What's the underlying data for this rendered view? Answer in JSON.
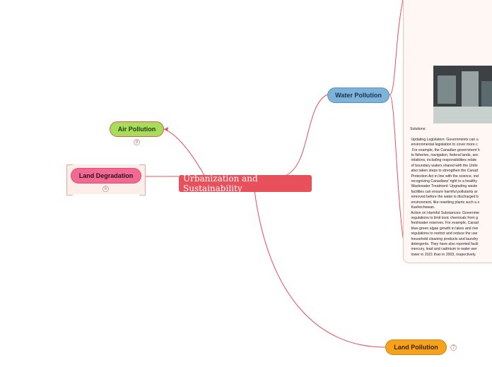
{
  "map": {
    "central_topic": "Urbanization and Sustainability",
    "nodes": {
      "air_pollution": {
        "label": "Air Pollution",
        "collapsed_count": "8",
        "color": "#a6dd5a"
      },
      "land_degradation": {
        "label": "Land Degradation",
        "collapsed_count": "6",
        "color": "#f26a93"
      },
      "water_pollution": {
        "label": "Water Pollution",
        "color": "#7fb2d8"
      },
      "land_pollution": {
        "label": "Land Pollution",
        "collapsed_count": "7",
        "color": "#f7a21c"
      }
    },
    "water_notes": {
      "lines": [
        "Solutions:",
        "",
        " Updating Legislation: Governments can u",
        " environmental legislation to cover more c",
        "  For example, the Canadian government h",
        " to fisheries, navigation, federal lands, anc",
        " relations, including responsibilities relate",
        " of boundary waters shared with the Unite",
        " also taken steps to strengthen the Canad",
        " Protection Act in line with the science, incl",
        " recognizing Canadians' right to a healthy",
        " Wastewater Treatment: Upgrading waste",
        " facilities can ensure harmful pollutants ar",
        " removed before the water is discharged b",
        " environment, like resetting plants such a s",
        " Kashechewan.",
        " Action on Harmful Substances: Governme",
        " regulations to limit toxic chemicals from g",
        " freshwater reserves. For example, Canad",
        " blue-green algae growth in lakes and rive",
        " regulations to restrict and reduce the use",
        " household cleaning products and laundry",
        " detergents. They have also reported facili",
        " mercury, lead and cadmium to water wer",
        " lower in 2021 than in 2003, respectively."
      ]
    },
    "colors": {
      "connector": "#e8505b",
      "central": "#e8505b"
    }
  }
}
